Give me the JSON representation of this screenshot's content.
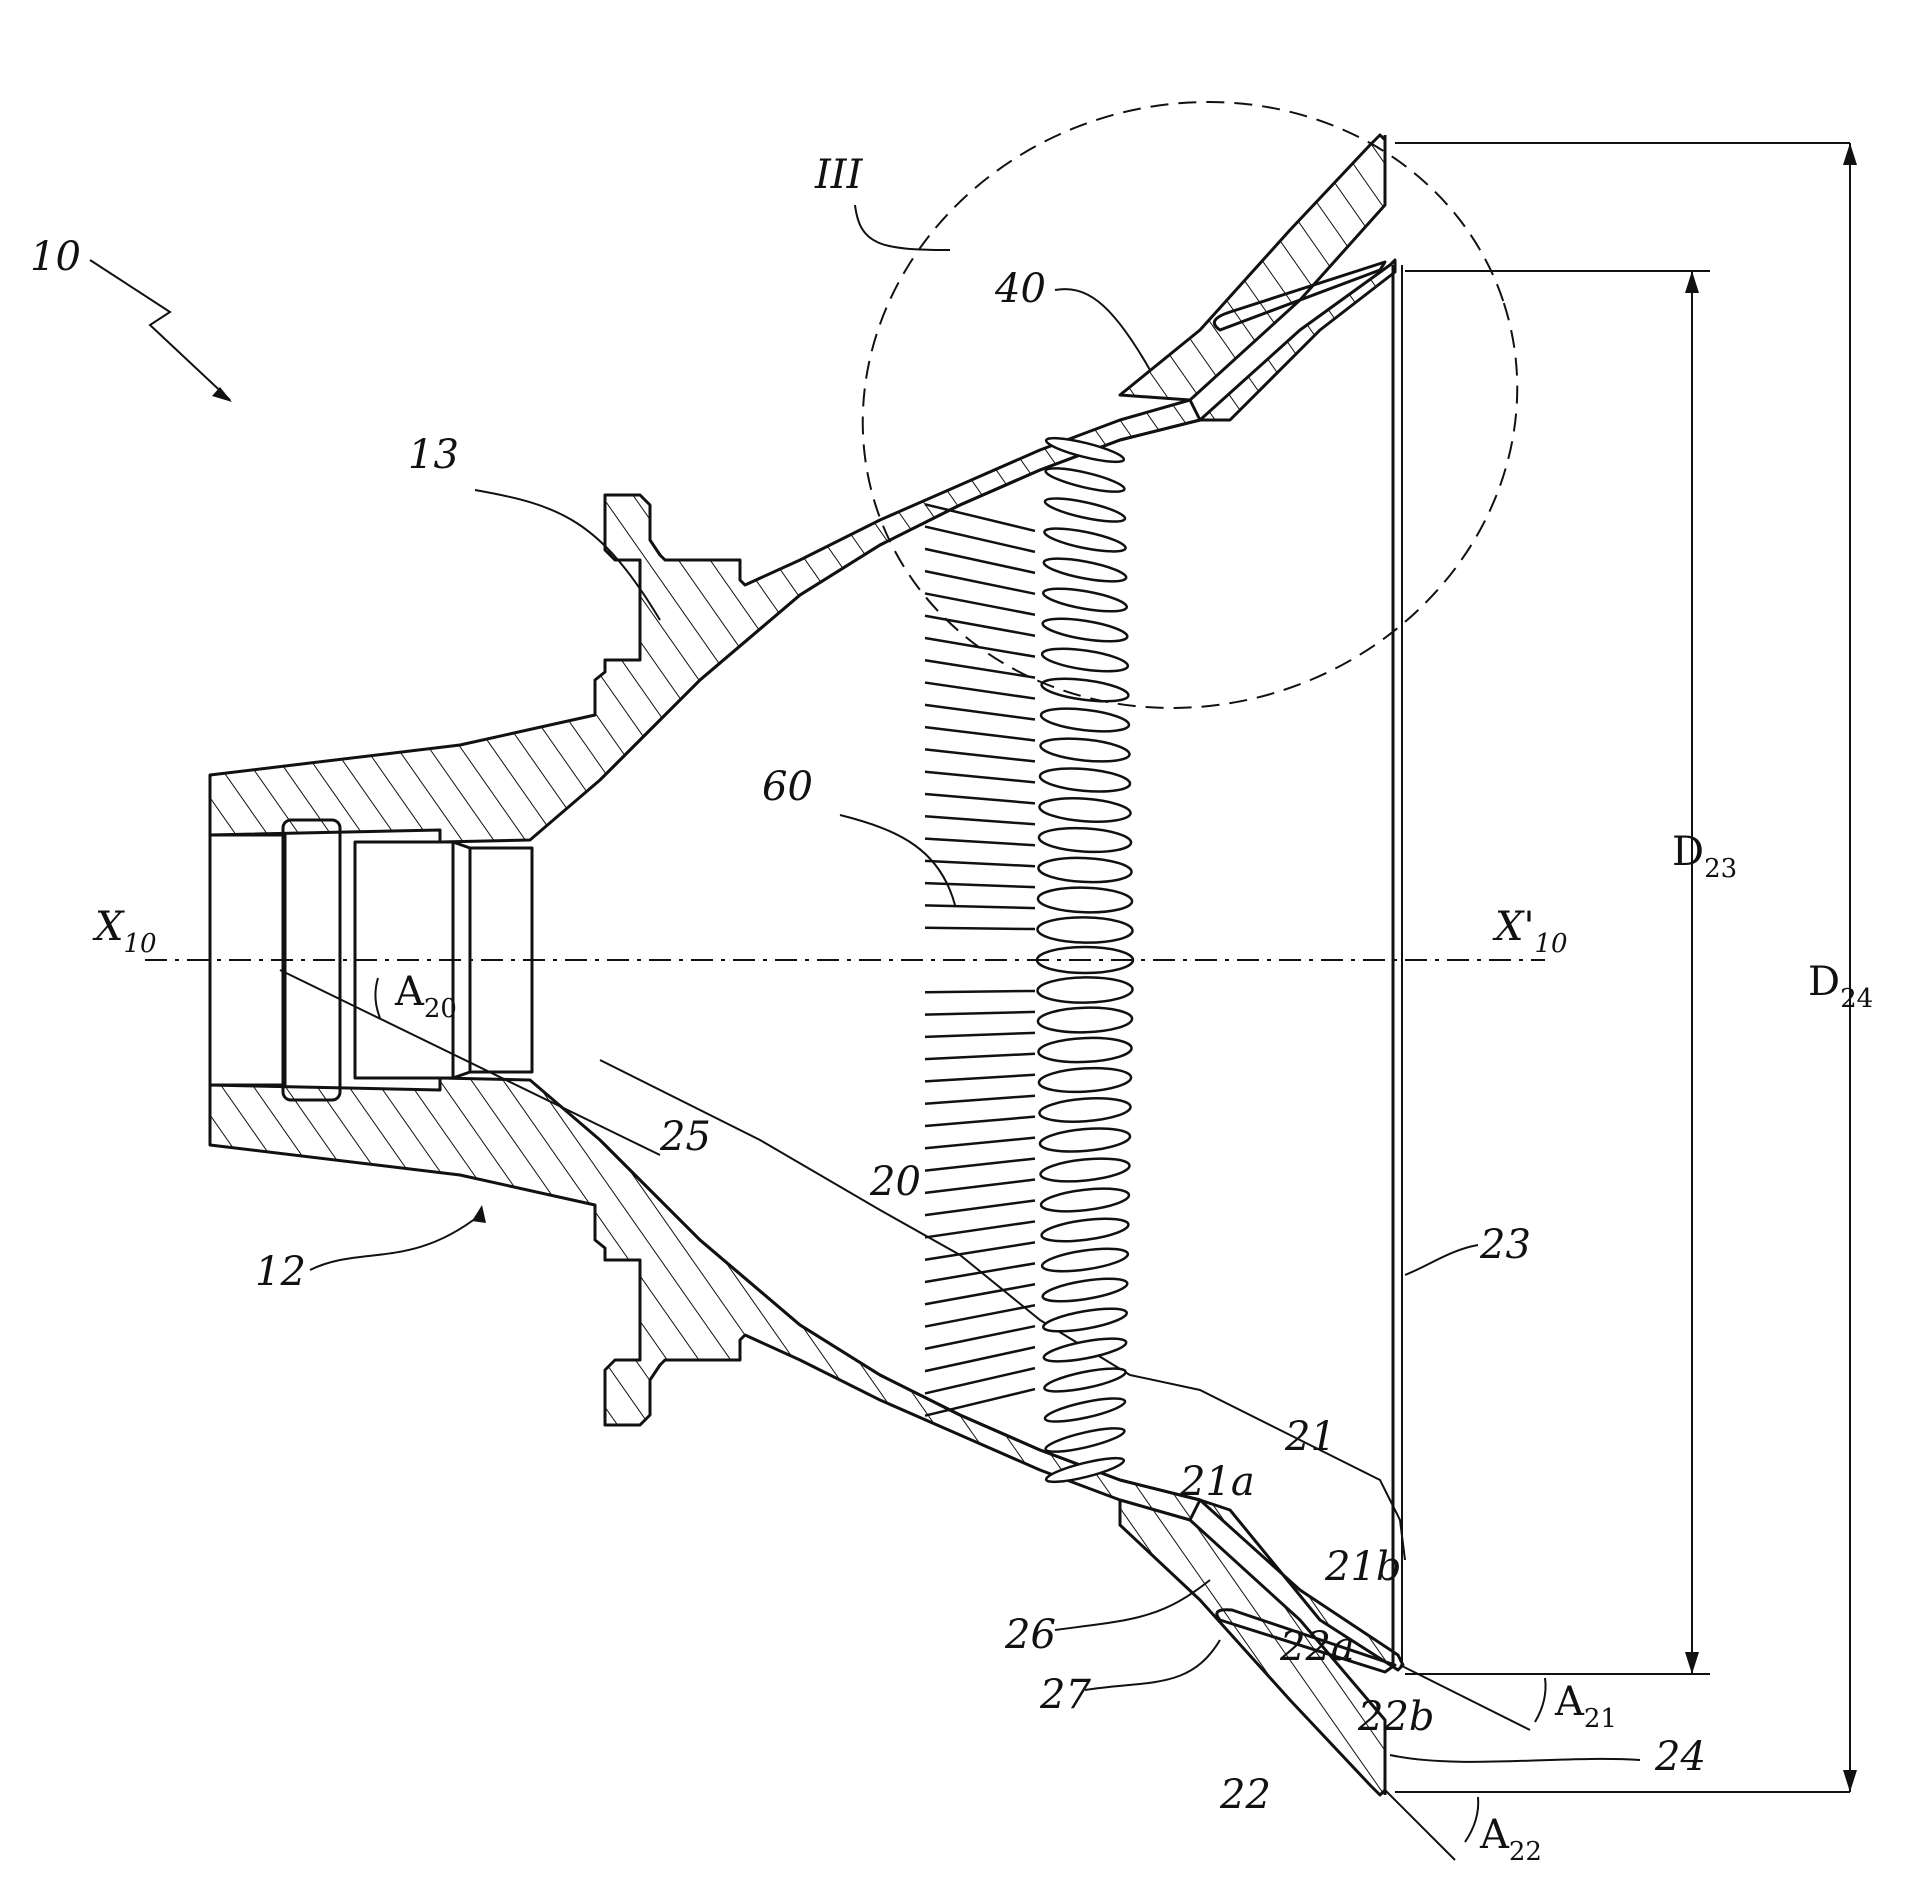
{
  "figure": {
    "labels": {
      "ref_10": "10",
      "ref_13": "13",
      "ref_12": "12",
      "ref_III": "III",
      "ref_40": "40",
      "ref_60": "60",
      "ref_20": "20",
      "ref_25": "25",
      "ref_21": "21",
      "ref_21a": "21a",
      "ref_21b": "21b",
      "ref_22a": "22a",
      "ref_22b": "22b",
      "ref_22": "22",
      "ref_23": "23",
      "ref_24": "24",
      "ref_26": "26",
      "ref_27": "27"
    },
    "axis": {
      "start_main": "X",
      "start_sub": "10",
      "end_main": "X'",
      "end_sub": "10"
    },
    "dimensions": {
      "d23_main": "D",
      "d23_sub": "23",
      "d24_main": "D",
      "d24_sub": "24"
    },
    "angles": {
      "a20_main": "A",
      "a20_sub": "20",
      "a21_main": "A",
      "a21_sub": "21",
      "a22_main": "A",
      "a22_sub": "22"
    },
    "slots_per_side": 20,
    "holes_per_side": 17
  }
}
